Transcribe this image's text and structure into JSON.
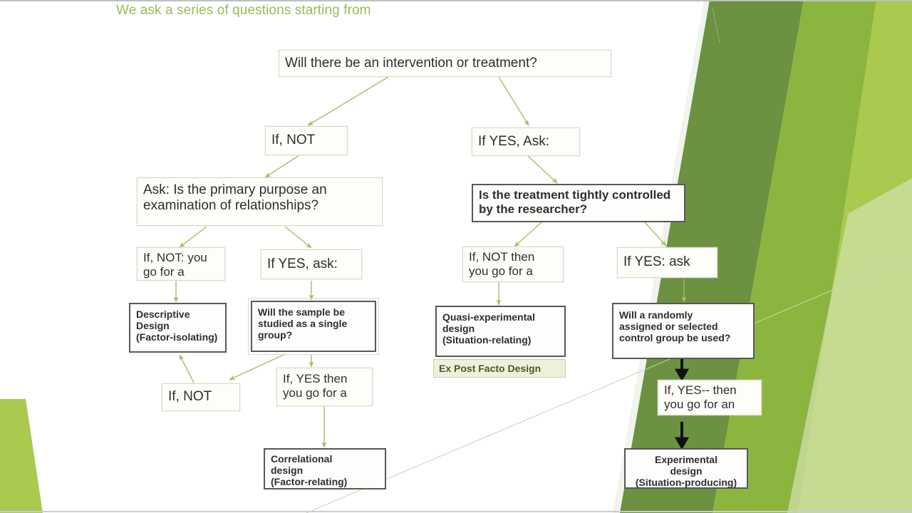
{
  "slide": {
    "title": "We ask a series of questions starting from",
    "title_color": "#9bba59",
    "background_color": "#ffffff"
  },
  "palette": {
    "accent_green": "#9bba59",
    "deco_dark_green": "#6b9141",
    "deco_mid_green": "#8cb53f",
    "deco_light_green": "#a9c94f",
    "deco_pale_green": "#dfe9c4",
    "connector_green": "#a8bc6a",
    "connector_black": "#111111",
    "box_border_light": "#d9dcc8",
    "box_border_dark": "#585858",
    "callout_fill": "#edf1dc",
    "callout_text": "#4a5a22",
    "text_dark": "#2e2e2e"
  },
  "nodes": {
    "root_question": "Will there be an intervention or treatment?",
    "branch_not": "If, NOT",
    "branch_yes_ask": "If YES, Ask:",
    "left_question": "Ask: Is the primary purpose an\nexamination of relationships?",
    "right_question": "Is the treatment tightly controlled\nby the researcher?",
    "left_not_go": "If, NOT: you\ngo for a",
    "left_yes_ask": "If YES, ask:",
    "right_not_go": "If, NOT then\nyou go for a",
    "right_yes_ask": "If YES: ask",
    "descriptive_design": "Descriptive\nDesign\n(Factor-isolating)",
    "sample_question": "Will the sample be\nstudied as a single\ngroup?",
    "quasi_design": "Quasi-experimental\ndesign\n(Situation-relating)",
    "ex_post_facto": "Ex Post Facto Design",
    "control_group_question": "Will a randomly\nassigned or selected\ncontrol group be used?",
    "bottom_not": "If, NOT",
    "bottom_yes_go": "If, YES then\nyou go for a",
    "correlational_design": "Correlational\ndesign\n(Factor-relating)",
    "right_yes_go": "If, YES-- then\nyou go for an",
    "experimental_design": "Experimental\ndesign\n(Situation-producing)"
  },
  "flow_edges": [
    {
      "from": "root_question",
      "to": "branch_not",
      "style": "green-arrow"
    },
    {
      "from": "root_question",
      "to": "branch_yes_ask",
      "style": "green-arrow"
    },
    {
      "from": "branch_not",
      "to": "left_question",
      "style": "green-arrow"
    },
    {
      "from": "branch_yes_ask",
      "to": "right_question",
      "style": "green-arrow"
    },
    {
      "from": "left_question",
      "to": "left_not_go",
      "style": "green-arrow"
    },
    {
      "from": "left_question",
      "to": "left_yes_ask",
      "style": "green-arrow"
    },
    {
      "from": "right_question",
      "to": "right_not_go",
      "style": "green-arrow"
    },
    {
      "from": "right_question",
      "to": "right_yes_ask",
      "style": "green-arrow"
    },
    {
      "from": "left_not_go",
      "to": "descriptive_design",
      "style": "green-arrow"
    },
    {
      "from": "left_yes_ask",
      "to": "sample_question",
      "style": "green-arrow"
    },
    {
      "from": "right_not_go",
      "to": "quasi_design",
      "style": "green-arrow"
    },
    {
      "from": "right_yes_ask",
      "to": "control_group_question",
      "style": "green-arrow"
    },
    {
      "from": "sample_question",
      "to": "bottom_not",
      "style": "green-arrow"
    },
    {
      "from": "sample_question",
      "to": "bottom_yes_go",
      "style": "green-arrow"
    },
    {
      "from": "bottom_not",
      "to": "descriptive_design",
      "style": "green-arrow"
    },
    {
      "from": "bottom_yes_go",
      "to": "correlational_design",
      "style": "green-arrow"
    },
    {
      "from": "control_group_question",
      "to": "right_yes_go",
      "style": "black-arrow"
    },
    {
      "from": "right_yes_go",
      "to": "experimental_design",
      "style": "black-arrow"
    }
  ]
}
